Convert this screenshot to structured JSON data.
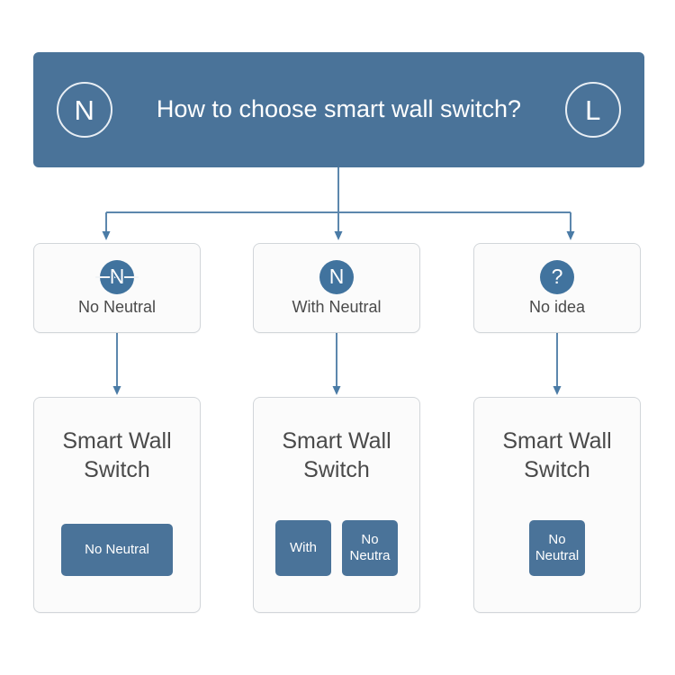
{
  "header": {
    "left_icon": "N",
    "left_icon_name": "neutral-wire-icon",
    "title": "How to choose smart wall switch?",
    "right_icon": "L",
    "right_icon_name": "live-wire-icon",
    "background_color": "#4a7399",
    "text_color": "#ffffff"
  },
  "options": [
    {
      "badge_glyph": "N",
      "badge_style": "strike",
      "badge_name": "no-neutral-icon",
      "label": "No Neutral"
    },
    {
      "badge_glyph": "N",
      "badge_style": "plain",
      "badge_name": "with-neutral-icon",
      "label": "With Neutral"
    },
    {
      "badge_glyph": "?",
      "badge_style": "plain",
      "badge_name": "question-mark-icon",
      "label": "No idea"
    }
  ],
  "products": [
    {
      "title": "Smart Wall Switch",
      "buttons": [
        {
          "label": "No Neutral",
          "size": "wide"
        }
      ]
    },
    {
      "title": "Smart Wall Switch",
      "buttons": [
        {
          "label": "With",
          "size": "square"
        },
        {
          "label": "No\nNeutra",
          "size": "square"
        }
      ]
    },
    {
      "title": "Smart Wall Switch",
      "buttons": [
        {
          "label": "No\nNeutral",
          "size": "small"
        }
      ]
    }
  ],
  "colors": {
    "accent_blue": "#4a7399",
    "badge_blue": "#41739e",
    "connector_blue": "#5c87ad",
    "box_border": "#d2d6da",
    "box_fill": "#fbfbfb",
    "text_dark": "#4a4a4a",
    "page_background": "#ffffff"
  },
  "connectors": {
    "trunk_label": "header-to-branch-trunk",
    "branch_label": "three-way-branch-bar",
    "arrow_labels": [
      "arrow-to-no-neutral",
      "arrow-to-with-neutral",
      "arrow-to-no-idea",
      "arrow-no-neutral-to-product",
      "arrow-with-neutral-to-product",
      "arrow-no-idea-to-product"
    ]
  }
}
